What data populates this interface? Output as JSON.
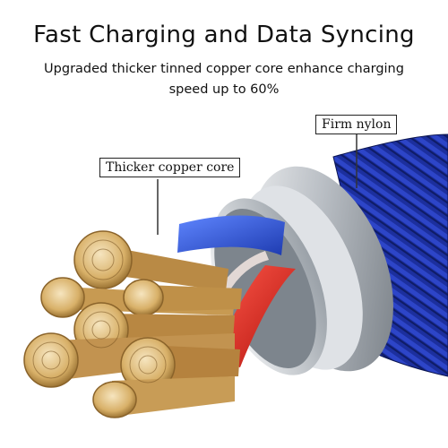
{
  "header": {
    "title": "Fast Charging and Data Syncing",
    "subtitle": "Upgraded thicker tinned copper core enhance charging speed up to 60%"
  },
  "callouts": {
    "nylon": "Firm nylon",
    "copper": "Thicker copper core"
  },
  "colors": {
    "nylon_blue": "#1c2f9e",
    "copper_gold": "#d9b36a",
    "insulation_red": "#e0201b",
    "insulation_blue": "#2450d0",
    "sheath_silver": "#c9cdd2"
  }
}
